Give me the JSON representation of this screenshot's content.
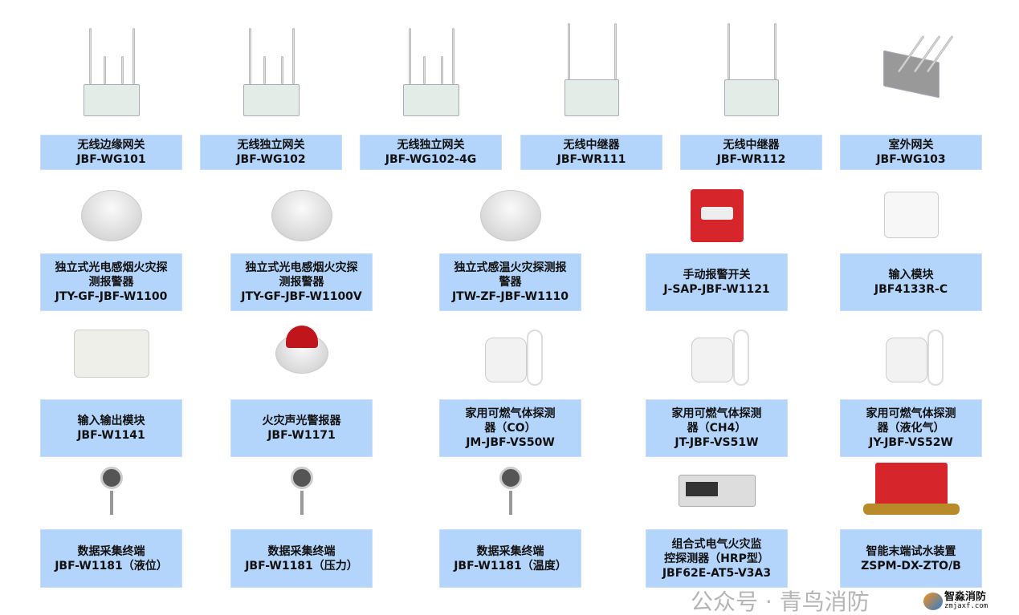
{
  "products": [
    {
      "icon": "wireless-gateway",
      "lines": [
        "无线边缘网关",
        "JBF-WG101"
      ]
    },
    {
      "icon": "wireless-gateway",
      "lines": [
        "无线独立网关",
        "JBF-WG102"
      ]
    },
    {
      "icon": "wireless-gateway",
      "lines": [
        "无线独立网关",
        "JBF-WG102-4G"
      ]
    },
    {
      "icon": "wireless-repeater",
      "lines": [
        "无线中继器",
        "JBF-WR111"
      ]
    },
    {
      "icon": "wireless-repeater",
      "lines": [
        "无线中继器",
        "JBF-WR112"
      ]
    },
    {
      "icon": "outdoor-gateway",
      "lines": [
        "室外网关",
        "JBF-WG103"
      ]
    },
    {
      "icon": "smoke-detector",
      "lines": [
        "独立式光电感烟火灾探",
        "测报警器",
        "JTY-GF-JBF-W1100"
      ]
    },
    {
      "icon": "smoke-detector",
      "lines": [
        "独立式光电感烟火灾探",
        "测报警器",
        "JTY-GF-JBF-W1100V"
      ]
    },
    {
      "icon": "heat-detector",
      "lines": [
        "独立式感温火灾探测报",
        "警器",
        "JTW-ZF-JBF-W1110"
      ]
    },
    {
      "icon": "manual-alarm-switch",
      "lines": [
        "手动报警开关",
        "J-SAP-JBF-W1121"
      ]
    },
    {
      "icon": "input-module",
      "lines": [
        "输入模块",
        "JBF4133R-C"
      ]
    },
    {
      "icon": "io-module",
      "lines": [
        "输入输出模块",
        "JBF-W1141"
      ]
    },
    {
      "icon": "sound-light-alarm",
      "lines": [
        "火灾声光警报器",
        "JBF-W1171"
      ]
    },
    {
      "icon": "gas-detector",
      "lines": [
        "家用可燃气体探测",
        "器（CO）",
        "JM-JBF-VS50W"
      ]
    },
    {
      "icon": "gas-detector",
      "lines": [
        "家用可燃气体探测",
        "器（CH4）",
        "JT-JBF-VS51W"
      ]
    },
    {
      "icon": "gas-detector",
      "lines": [
        "家用可燃气体探测",
        "器（液化气）",
        "JY-JBF-VS52W"
      ]
    },
    {
      "icon": "level-terminal",
      "lines": [
        "数据采集终端",
        "JBF-W1181（液位）"
      ]
    },
    {
      "icon": "pressure-terminal",
      "lines": [
        "数据采集终端",
        "JBF-W1181（压力）"
      ]
    },
    {
      "icon": "temperature-terminal",
      "lines": [
        "数据采集终端",
        "JBF-W1181（温度）"
      ]
    },
    {
      "icon": "electrical-fire-monitor",
      "lines": [
        "组合式电气火灾监",
        "控探测器（HRP型）",
        "JBF62E-AT5-V3A3"
      ]
    },
    {
      "icon": "end-water-test-device",
      "lines": [
        "智能末端试水装置",
        "ZSPM-DX-ZTO/B"
      ]
    }
  ],
  "watermark": "公众号 · 青鸟消防",
  "logo": {
    "name": "智淼消防",
    "url": "zmjaxf.com"
  }
}
